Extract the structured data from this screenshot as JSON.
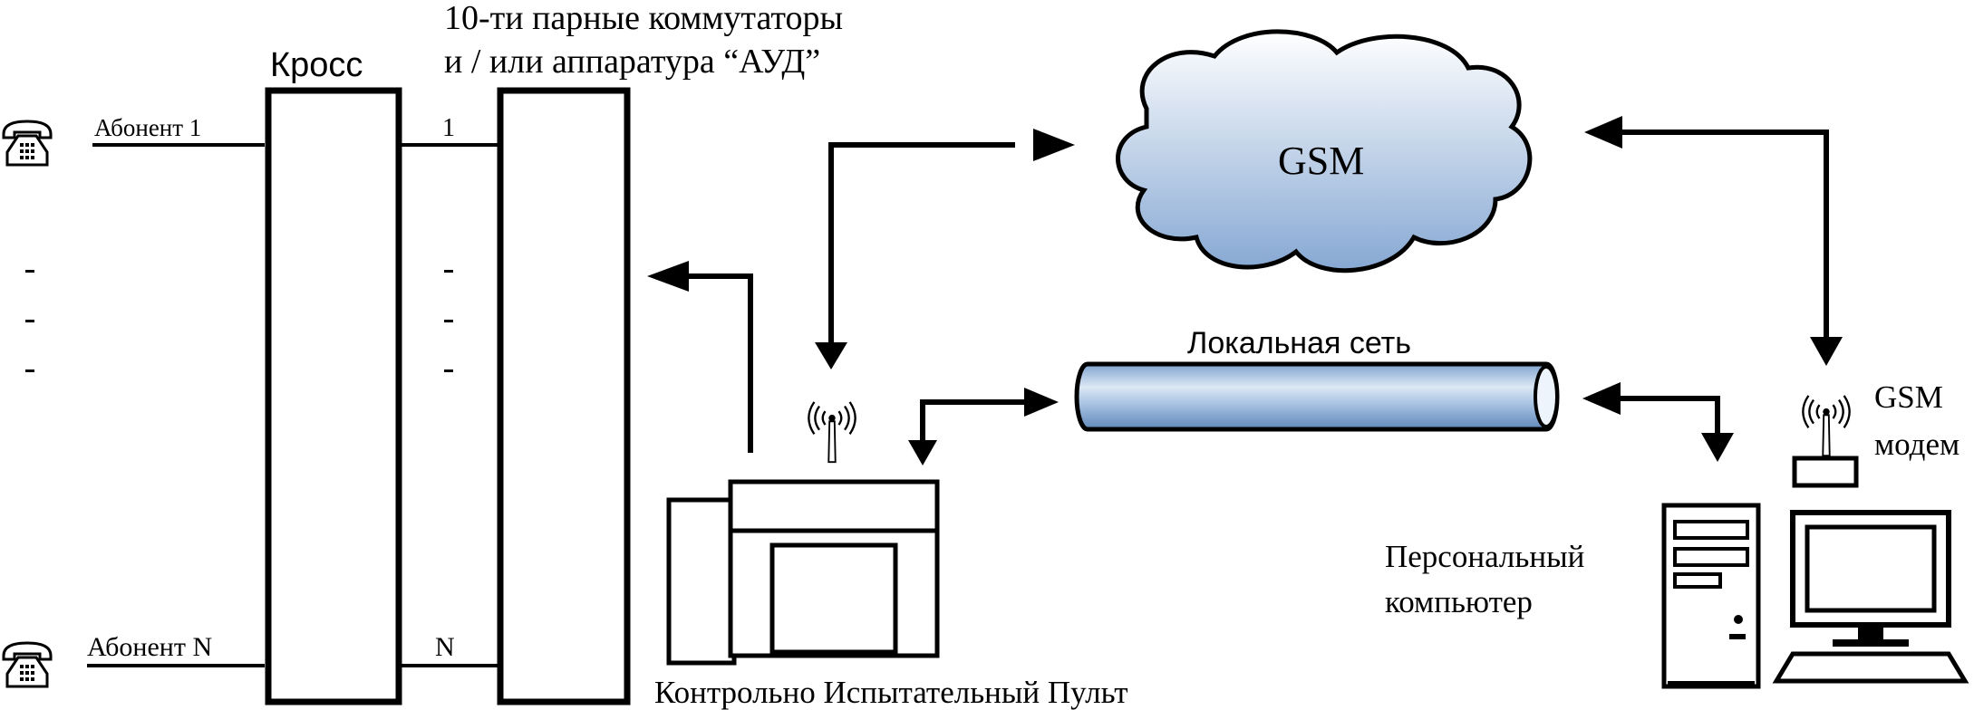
{
  "labels": {
    "kross": "Кросс",
    "switches_line1": "10-ти парные коммутаторы",
    "switches_line2": "и / или аппаратура “АУД”",
    "subscriber_1": "Абонент 1",
    "subscriber_n": "Абонент N",
    "port_1": "1",
    "port_n": "N",
    "gsm_cloud": "GSM",
    "lan": "Локальная сеть",
    "gsm_modem_line1": "GSM",
    "gsm_modem_line2": "модем",
    "pc_line1": "Персональный",
    "pc_line2": "компьютер",
    "control_panel": "Контрольно Испытательный Пульт"
  },
  "colors": {
    "line": "#000000",
    "cloud_top": "#ffffff",
    "cloud_bottom": "#8fb0d8",
    "pipe_light": "#d9e6f4",
    "pipe_dark": "#6f97c6"
  },
  "icons": [
    "telephone-icon",
    "antenna-icon",
    "cloud-icon",
    "pipe-icon",
    "pc-tower-icon",
    "monitor-icon",
    "keyboard-icon",
    "modem-icon"
  ]
}
